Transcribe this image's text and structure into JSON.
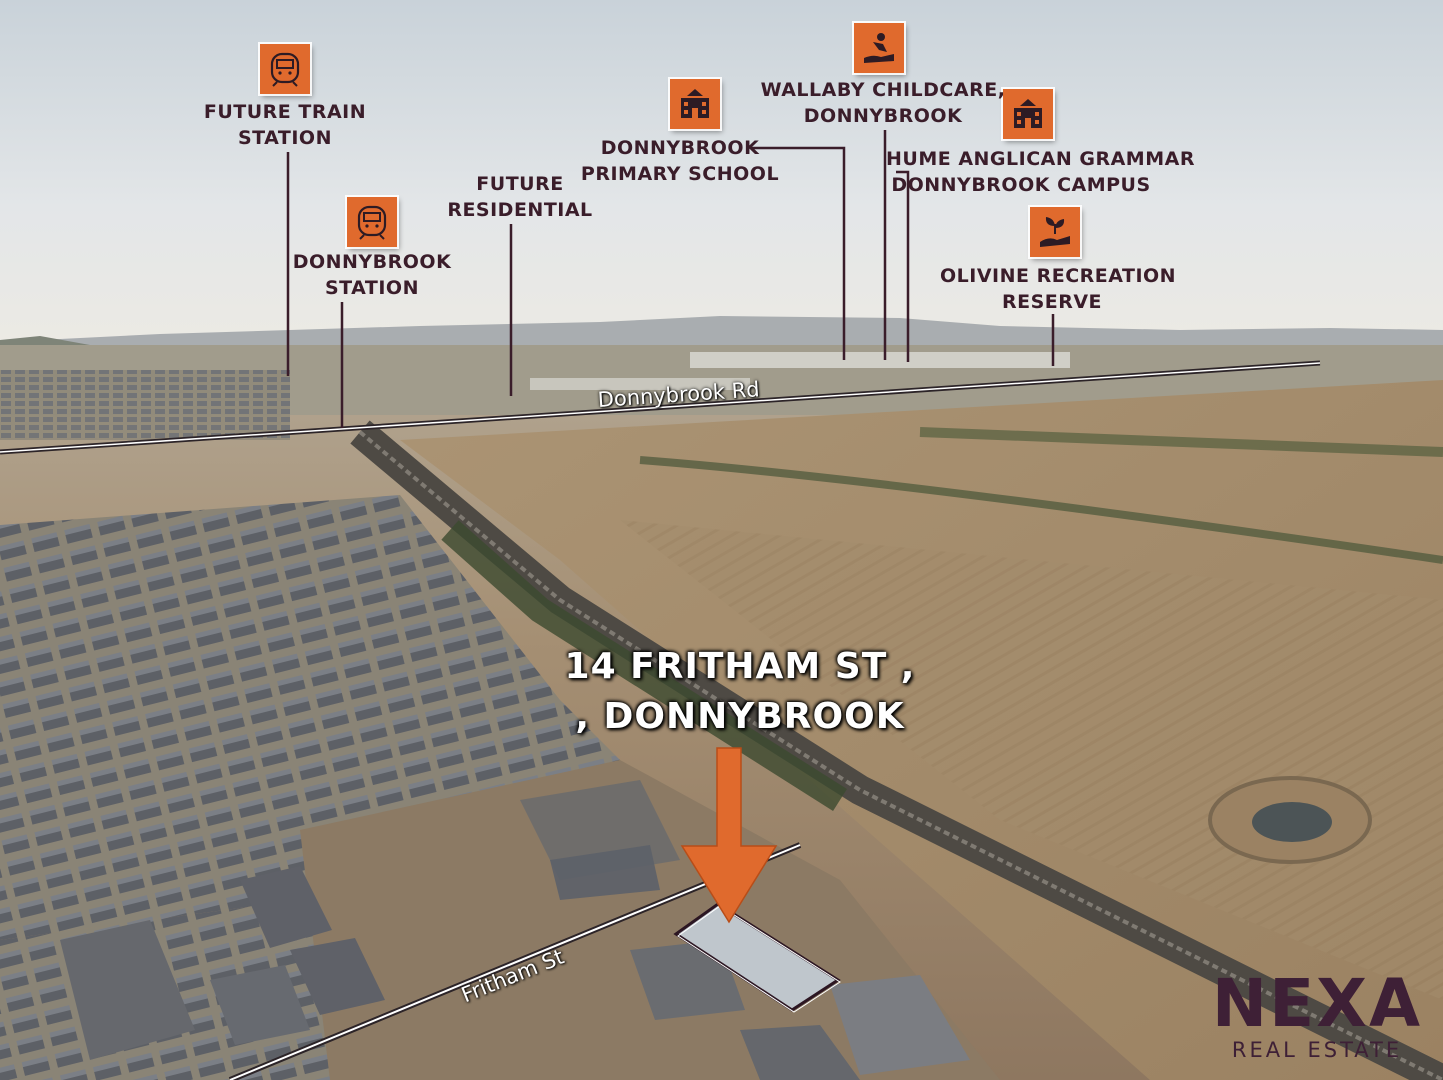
{
  "map": {
    "roads": {
      "donnybrook_rd": "Donnybrook Rd",
      "fritham_st": "Fritham St"
    },
    "address": {
      "line1": "14 FRITHAM ST ,",
      "line2": ", DONNYBROOK"
    },
    "pois": [
      {
        "line1": "FUTURE TRAIN",
        "line2": "STATION",
        "icon": "train-icon"
      },
      {
        "line1": "DONNYBROOK",
        "line2": "STATION",
        "icon": "train-icon"
      },
      {
        "line1": "FUTURE",
        "line2": "RESIDENTIAL",
        "icon": ""
      },
      {
        "line1": "DONNYBROOK",
        "line2": "PRIMARY SCHOOL",
        "icon": "school-icon"
      },
      {
        "line1": "WALLABY CHILDCARE,",
        "line2": "DONNYBROOK",
        "icon": "childcare-icon"
      },
      {
        "line1": "HUME ANGLICAN GRAMMAR",
        "line2": "DONNYBROOK CAMPUS",
        "icon": "school-icon"
      },
      {
        "line1": "OLIVINE RECREATION",
        "line2": "RESERVE",
        "icon": "plant-hand-icon"
      }
    ],
    "logo": {
      "word": "NEXA",
      "sub": "REAL ESTATE"
    },
    "colors": {
      "accent": "#e06a2d",
      "label_text": "#3a1d2a",
      "logo": "#3e2036"
    }
  }
}
